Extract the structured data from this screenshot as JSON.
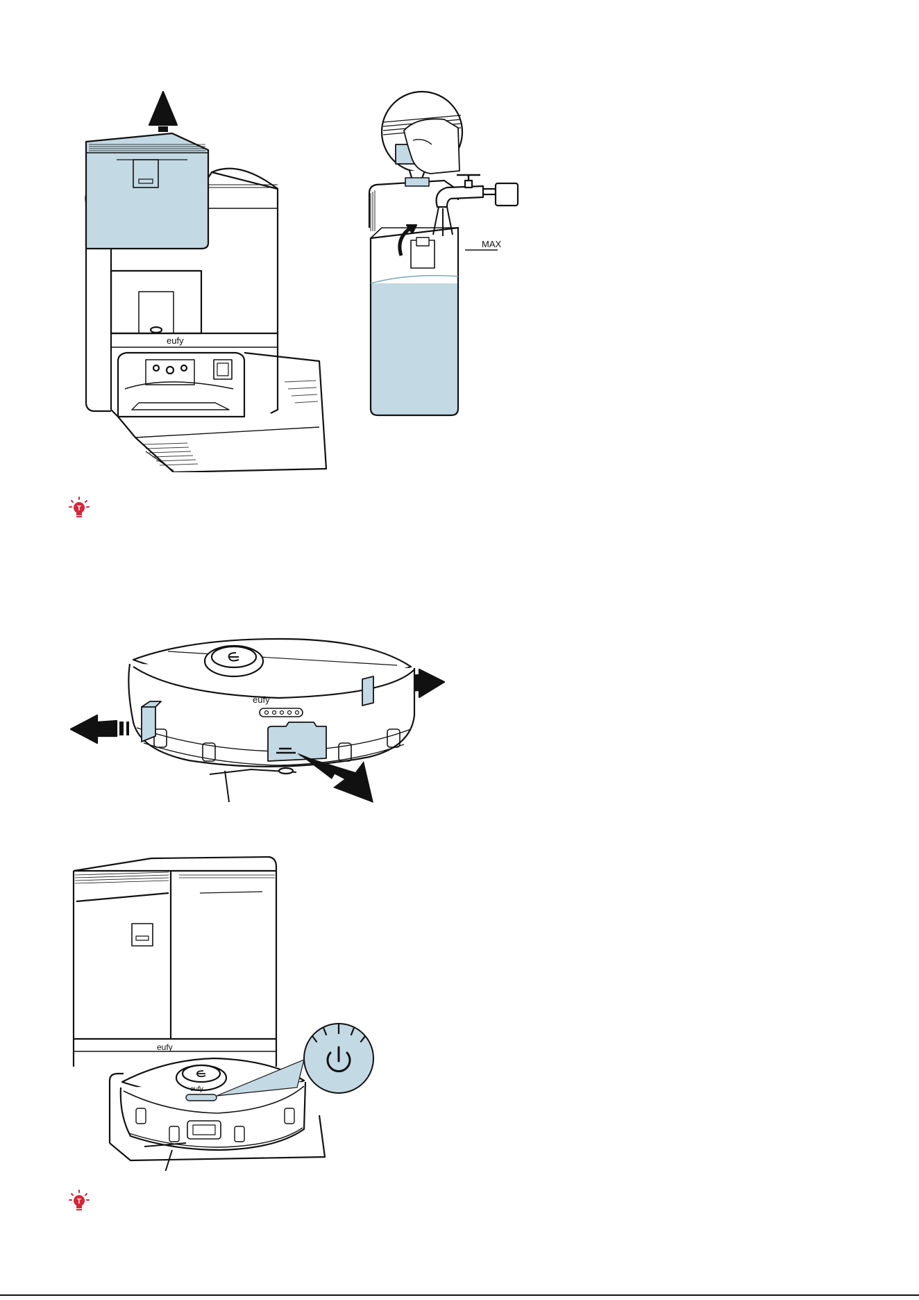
{
  "figure1": {
    "brand": "eufy"
  },
  "figure2": {
    "max_label": "MAX"
  },
  "tip_icon_1": {
    "icon": "lightbulb-tip-icon",
    "letter": "T"
  },
  "figure3": {
    "brand": "eufy"
  },
  "figure4": {
    "brand_station": "eufy",
    "brand_robot": "eufy"
  },
  "tip_icon_2": {
    "icon": "lightbulb-tip-icon",
    "letter": "T"
  },
  "colors": {
    "water_blue": "#c3d9e4",
    "tip_red": "#d6263a",
    "line": "#111111"
  }
}
